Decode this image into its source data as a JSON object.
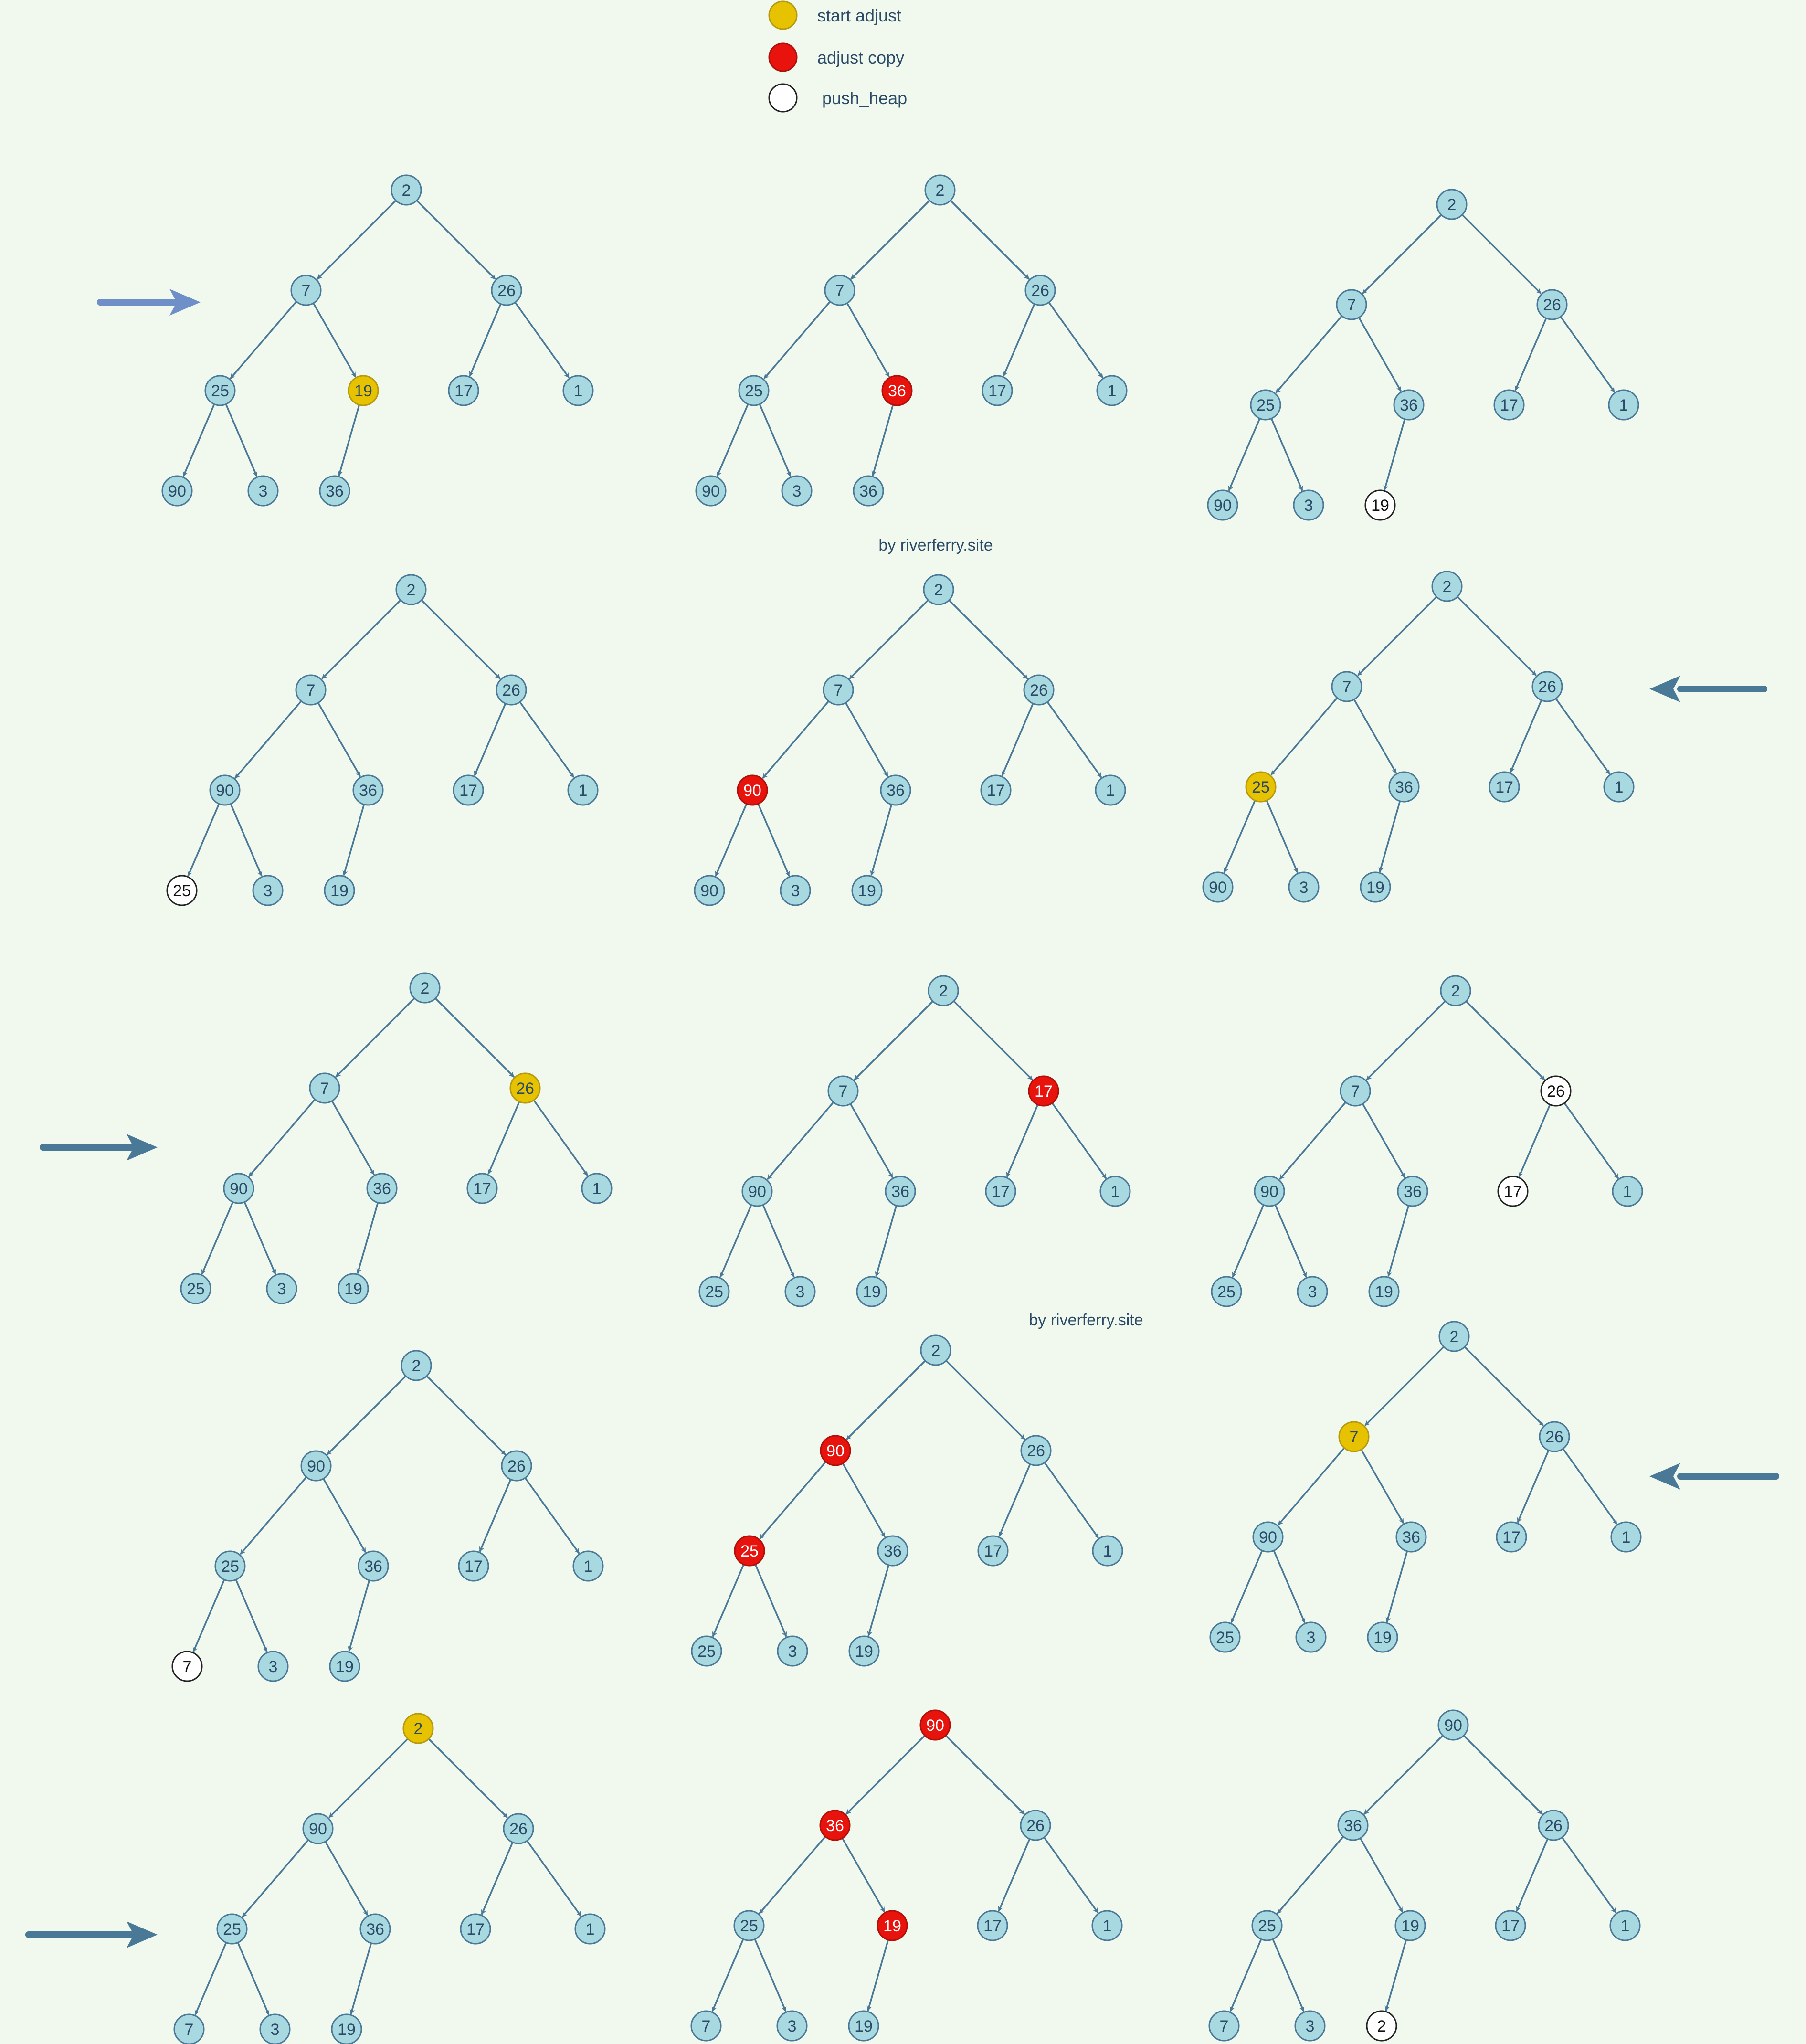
{
  "legend": [
    {
      "label": "start adjust",
      "kind": "start"
    },
    {
      "label": "adjust copy",
      "kind": "copy"
    },
    {
      "label": "push_heap",
      "kind": "push"
    }
  ],
  "watermarks": [
    "by riverferry.site",
    "by riverferry.site"
  ],
  "colors": {
    "background": "#f1f9ef",
    "node_fill": "#a8d8e0",
    "node_stroke": "#4a7897",
    "edge": "#4a7897",
    "start_adjust": "#e6c200",
    "adjust_copy": "#e8130d",
    "push_heap": "#ffffff",
    "text": "#2b4a66",
    "arrow_right": "#6f8fc8",
    "arrow": "#4a7897"
  },
  "trees": [
    {
      "values": [
        "2",
        "7",
        "26",
        "25",
        "19",
        "17",
        "1",
        "90",
        "3",
        "36"
      ],
      "highlights": {
        "4": "start"
      }
    },
    {
      "values": [
        "2",
        "7",
        "26",
        "25",
        "36",
        "17",
        "1",
        "90",
        "3",
        "36"
      ],
      "highlights": {
        "4": "copy"
      }
    },
    {
      "values": [
        "2",
        "7",
        "26",
        "25",
        "36",
        "17",
        "1",
        "90",
        "3",
        "19"
      ],
      "highlights": {
        "9": "push"
      }
    },
    {
      "values": [
        "2",
        "7",
        "26",
        "90",
        "36",
        "17",
        "1",
        "25",
        "3",
        "19"
      ],
      "highlights": {
        "7": "push"
      }
    },
    {
      "values": [
        "2",
        "7",
        "26",
        "90",
        "36",
        "17",
        "1",
        "90",
        "3",
        "19"
      ],
      "highlights": {
        "3": "copy"
      }
    },
    {
      "values": [
        "2",
        "7",
        "26",
        "25",
        "36",
        "17",
        "1",
        "90",
        "3",
        "19"
      ],
      "highlights": {
        "3": "start"
      }
    },
    {
      "values": [
        "2",
        "7",
        "26",
        "90",
        "36",
        "17",
        "1",
        "25",
        "3",
        "19"
      ],
      "highlights": {
        "2": "start"
      }
    },
    {
      "values": [
        "2",
        "7",
        "17",
        "90",
        "36",
        "17",
        "1",
        "25",
        "3",
        "19"
      ],
      "highlights": {
        "2": "copy"
      }
    },
    {
      "values": [
        "2",
        "7",
        "26",
        "90",
        "36",
        "17",
        "1",
        "25",
        "3",
        "19"
      ],
      "highlights": {
        "2": "push",
        "5": "push"
      }
    },
    {
      "values": [
        "2",
        "90",
        "26",
        "25",
        "36",
        "17",
        "1",
        "7",
        "3",
        "19"
      ],
      "highlights": {
        "7": "push"
      }
    },
    {
      "values": [
        "2",
        "90",
        "26",
        "25",
        "36",
        "17",
        "1",
        "25",
        "3",
        "19"
      ],
      "highlights": {
        "1": "copy",
        "3": "copy"
      }
    },
    {
      "values": [
        "2",
        "7",
        "26",
        "90",
        "36",
        "17",
        "1",
        "25",
        "3",
        "19"
      ],
      "highlights": {
        "1": "start"
      }
    },
    {
      "values": [
        "2",
        "90",
        "26",
        "25",
        "36",
        "17",
        "1",
        "7",
        "3",
        "19"
      ],
      "highlights": {
        "0": "start"
      }
    },
    {
      "values": [
        "90",
        "36",
        "26",
        "25",
        "19",
        "17",
        "1",
        "7",
        "3",
        "19"
      ],
      "highlights": {
        "0": "copy",
        "1": "copy",
        "4": "copy"
      }
    },
    {
      "values": [
        "90",
        "36",
        "26",
        "25",
        "19",
        "17",
        "1",
        "7",
        "3",
        "2"
      ],
      "highlights": {
        "9": "push"
      }
    }
  ]
}
